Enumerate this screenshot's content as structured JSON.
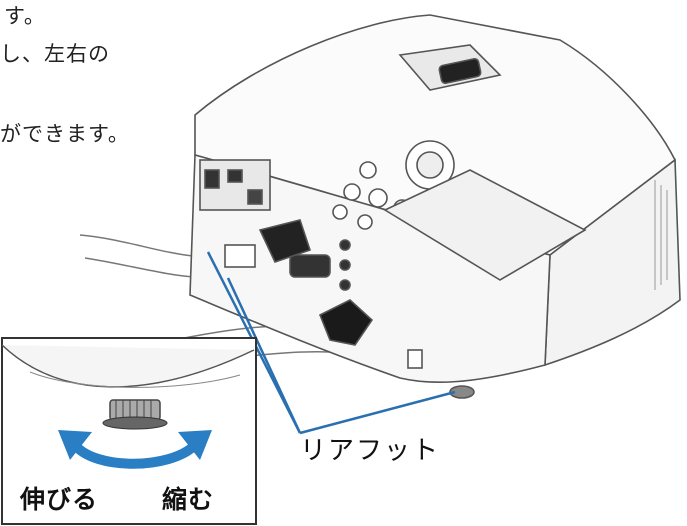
{
  "manual_text": {
    "line1": "す。",
    "line2": "し、左右の",
    "line3": "ができます。"
  },
  "callout": {
    "label": "リアフット"
  },
  "inset": {
    "extend_label": "伸びる",
    "shrink_label": "縮む"
  },
  "colors": {
    "leader_line": "#2a6fb0",
    "arrow": "#2a7fc4",
    "outline": "#555555"
  }
}
